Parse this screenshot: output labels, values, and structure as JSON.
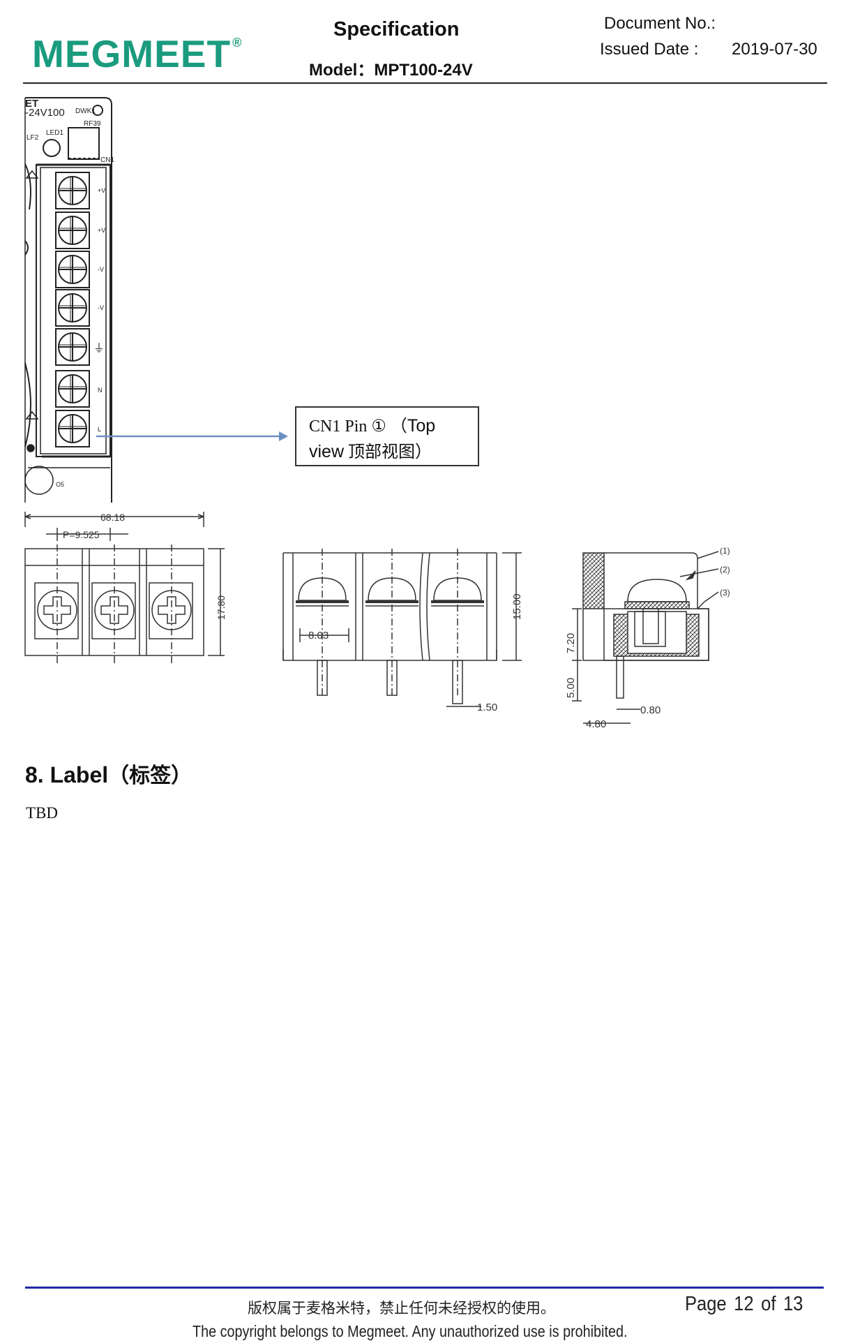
{
  "header": {
    "logo_text": "MEGMEET",
    "logo_mark": "®",
    "brand_color": "#1a9b7e",
    "title": "Specification",
    "model": "Model：MPT100-24V",
    "document_no_label": "Document  No.:",
    "issued_date_label": "Issued Date :",
    "issued_date_value": "2019-07-30"
  },
  "diagram": {
    "board_label": "-24V100",
    "board_label_top": "ET",
    "dwk_label": "DWK1",
    "rf_label": "RF39",
    "lf_label": "LF2",
    "led_label": "LED1",
    "cn_label": "CN1",
    "o5_label": "O5",
    "pin_labels": [
      "+V",
      "+V",
      "-V",
      "-V",
      "⏚",
      "N",
      "L"
    ],
    "callout_line1_serif": "CN1   Pin ①  （",
    "callout_line1_sans": "Top",
    "callout_line2_sans": "view",
    "callout_line2_cn": " 顶部视图）",
    "dimensions": {
      "width_total": "68.18",
      "pitch": "P=9.525",
      "height_front": "17.80",
      "pin_spacing": "8.03",
      "height_side": "15.00",
      "pin_width": "1.50",
      "dim_720": "7.20",
      "dim_500": "5.00",
      "dim_080": "0.80",
      "dim_480": "4.80",
      "ref_1": "(1)",
      "ref_2": "(2)",
      "ref_3": "(3)"
    },
    "arrow_color": "#6b8fc0"
  },
  "section": {
    "title": "8.  Label",
    "title_cn": "（标签）",
    "body": "TBD"
  },
  "footer": {
    "rule_color": "#1f2aa8",
    "copyright_cn": "版权属于麦格米特，禁止任何未经授权的使用。",
    "copyright_en": "The copyright belongs to Megmeet. Any unauthorized use is prohibited.",
    "page_label": "Page",
    "page_current": "12",
    "page_of": "of",
    "page_total": "13"
  }
}
